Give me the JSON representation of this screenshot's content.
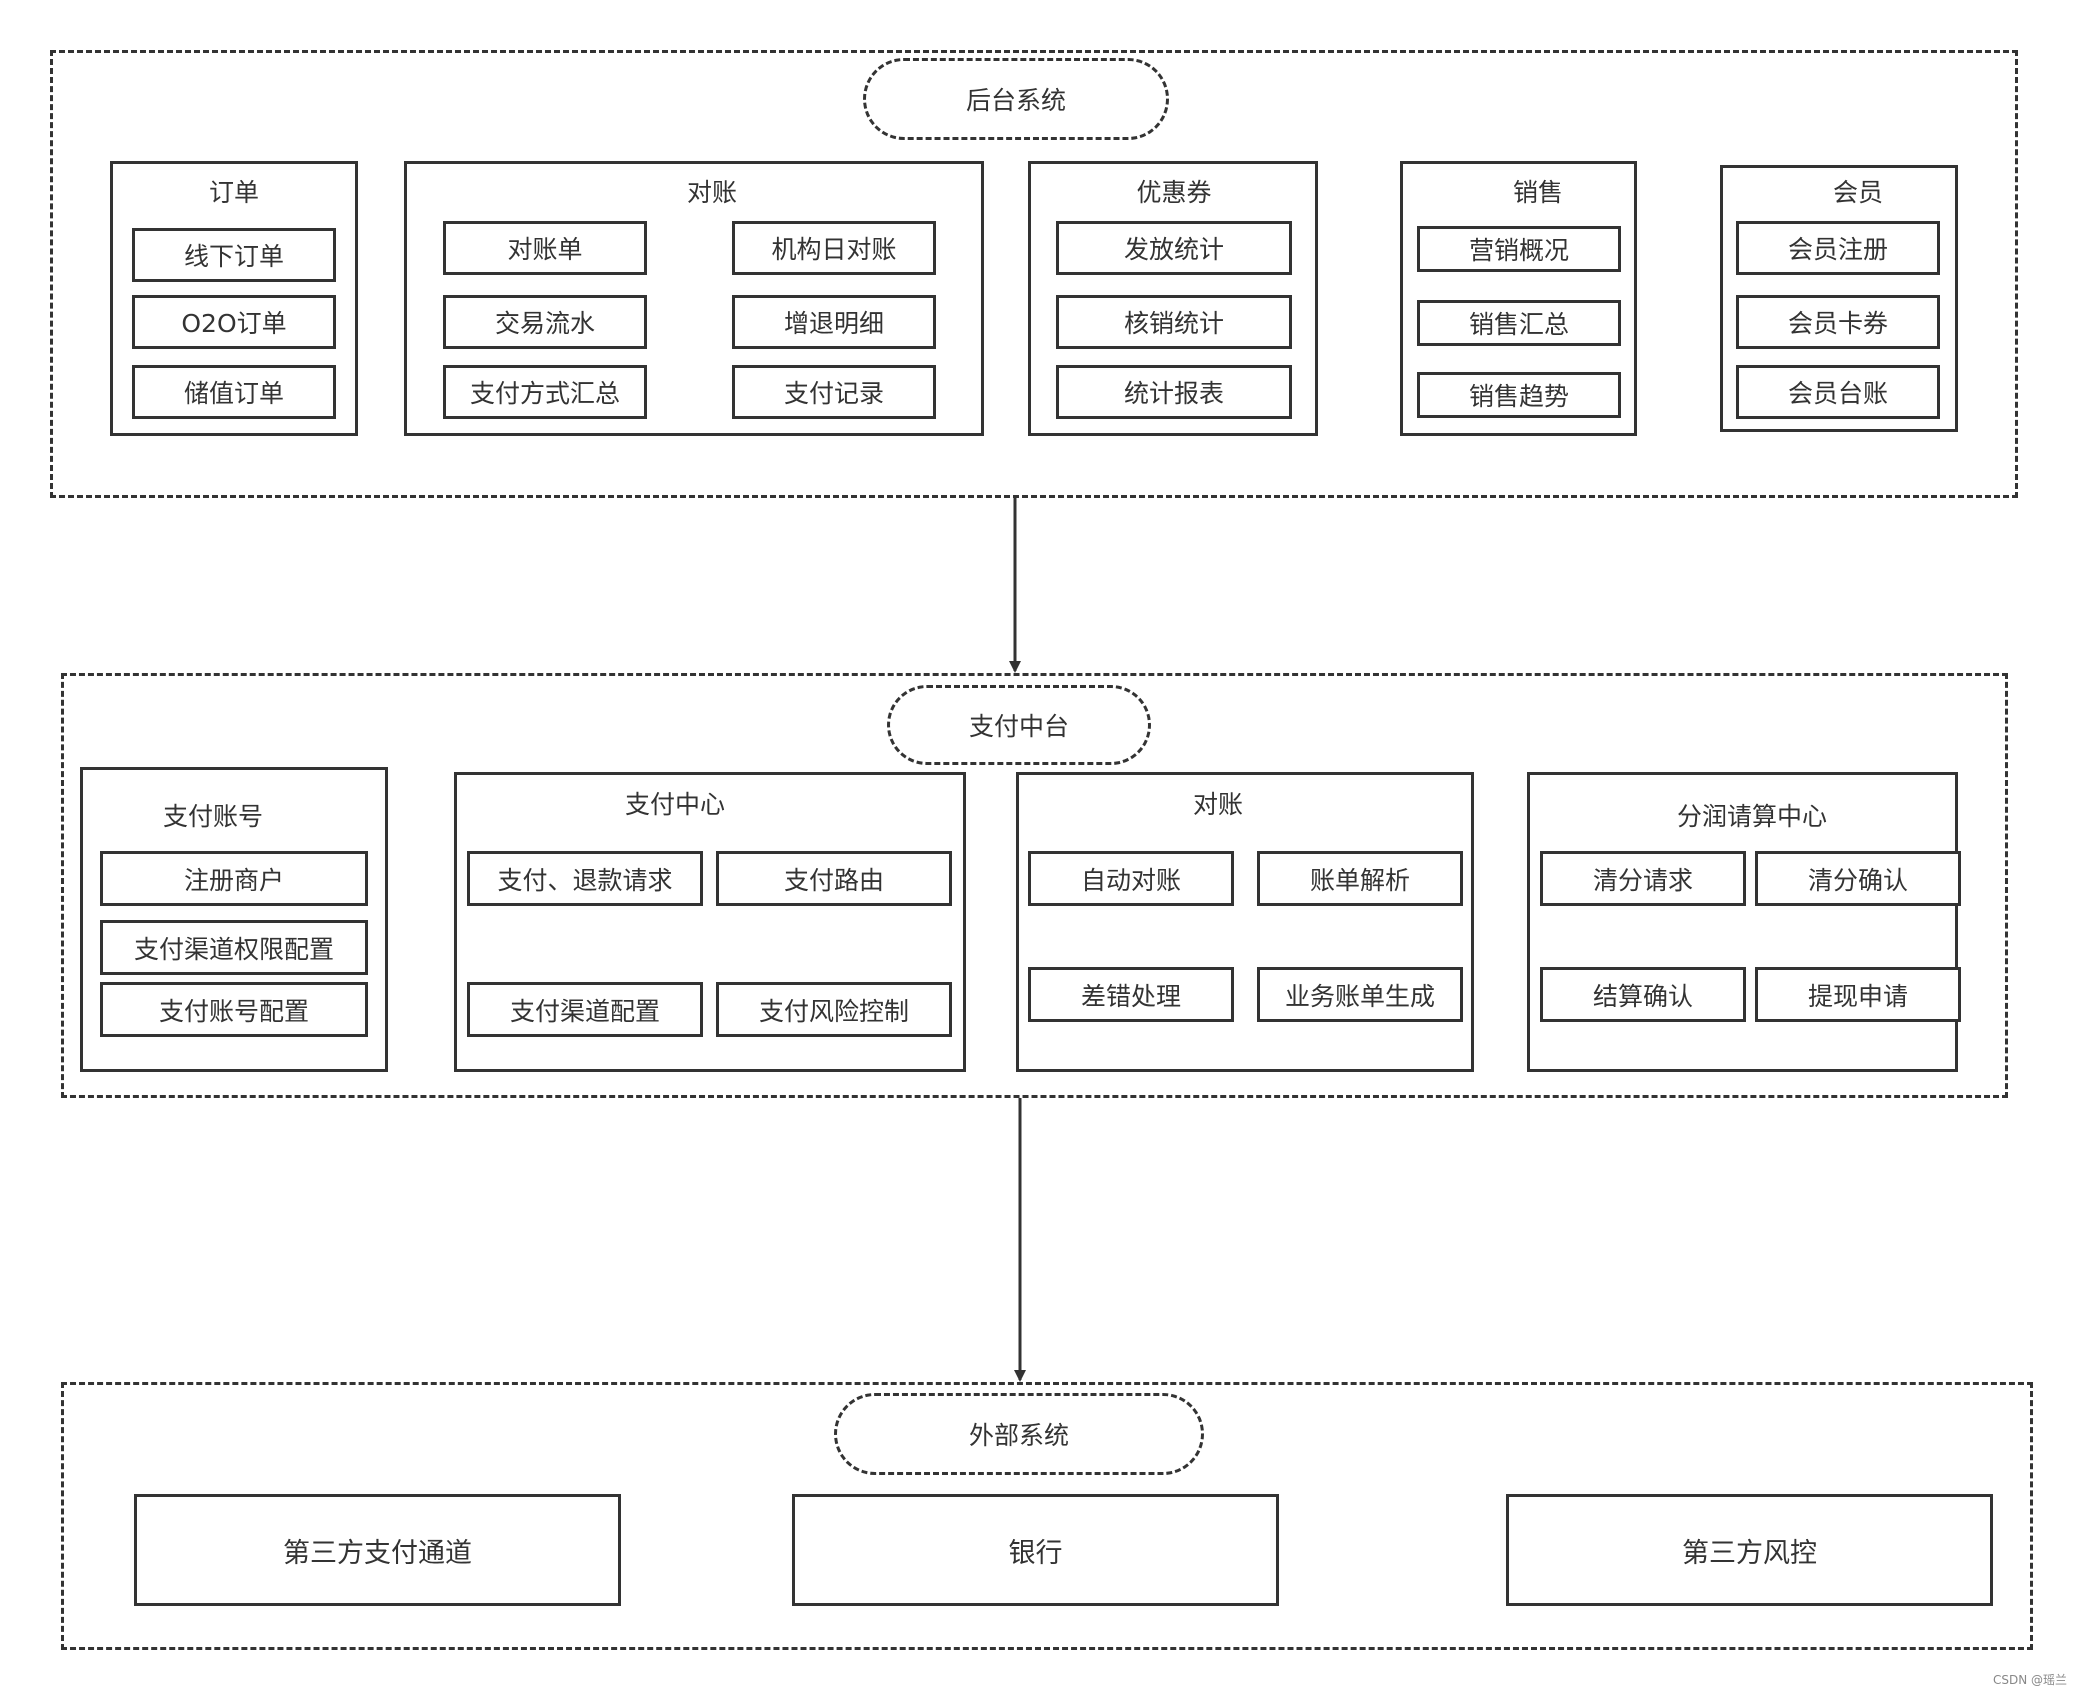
{
  "backend": {
    "title": "后台系统",
    "groups": {
      "order": {
        "title": "订单",
        "items": [
          "线下订单",
          "O2O订单",
          "储值订单"
        ]
      },
      "reconcile": {
        "title": "对账",
        "items": [
          "对账单",
          "机构日对账",
          "交易流水",
          "增退明细",
          "支付方式汇总",
          "支付记录"
        ]
      },
      "coupon": {
        "title": "优惠券",
        "items": [
          "发放统计",
          "核销统计",
          "统计报表"
        ]
      },
      "sales": {
        "title": "销售",
        "items": [
          "营销概况",
          "销售汇总",
          "销售趋势"
        ]
      },
      "member": {
        "title": "会员",
        "items": [
          "会员注册",
          "会员卡券",
          "会员台账"
        ]
      }
    }
  },
  "payment_platform": {
    "title": "支付中台",
    "groups": {
      "account": {
        "title": "支付账号",
        "items": [
          "注册商户",
          "支付渠道权限配置",
          "支付账号配置"
        ]
      },
      "center": {
        "title": "支付中心",
        "items": [
          "支付、退款请求",
          "支付路由",
          "支付渠道配置",
          "支付风险控制"
        ]
      },
      "reconcile": {
        "title": "对账",
        "items": [
          "自动对账",
          "账单解析",
          "差错处理",
          "业务账单生成"
        ]
      },
      "settlement": {
        "title": "分润请算中心",
        "items": [
          "清分请求",
          "清分确认",
          "结算确认",
          "提现申请"
        ]
      }
    }
  },
  "external": {
    "title": "外部系统",
    "items": [
      "第三方支付通道",
      "银行",
      "第三方风控"
    ]
  },
  "watermark": "CSDN @瑶兰"
}
